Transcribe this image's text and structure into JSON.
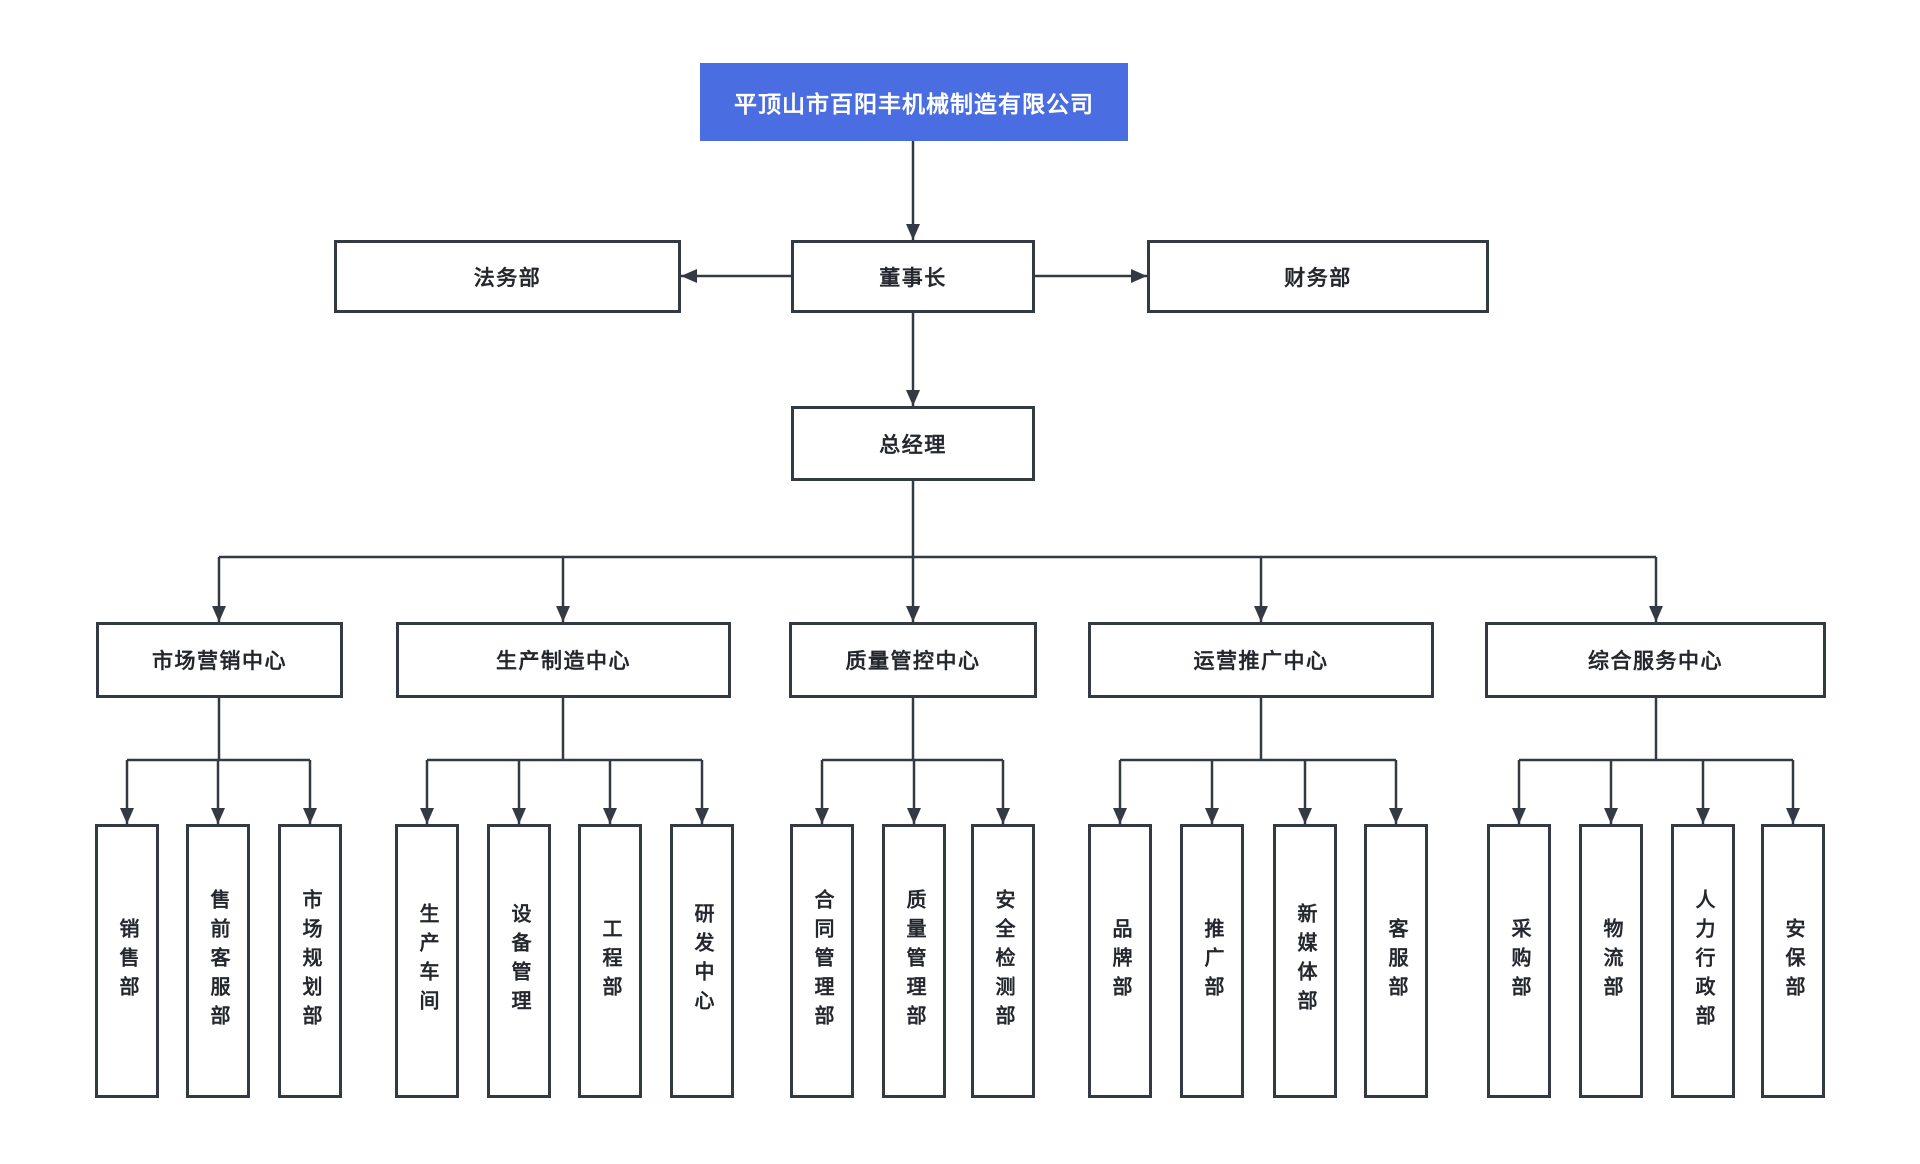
{
  "org_chart": {
    "root": {
      "label": "平顶山市百阳丰机械制造有限公司"
    },
    "executives": {
      "legal": {
        "label": "法务部"
      },
      "chairman": {
        "label": "董事长"
      },
      "finance": {
        "label": "财务部"
      },
      "general_manager": {
        "label": "总经理"
      }
    },
    "centers": [
      {
        "label": "市场营销中心",
        "departments": [
          "销售部",
          "售前客服部",
          "市场规划部"
        ]
      },
      {
        "label": "生产制造中心",
        "departments": [
          "生产车间",
          "设备管理",
          "工程部",
          "研发中心"
        ]
      },
      {
        "label": "质量管控中心",
        "departments": [
          "合同管理部",
          "质量管理部",
          "安全检测部"
        ]
      },
      {
        "label": "运营推广中心",
        "departments": [
          "品牌部",
          "推广部",
          "新媒体部",
          "客服部"
        ]
      },
      {
        "label": "综合服务中心",
        "departments": [
          "采购部",
          "物流部",
          "人力行政部",
          "安保部"
        ]
      }
    ],
    "colors": {
      "accent_blue": "#4a6de1",
      "line": "#333a44",
      "box_background": "#ffffff",
      "text": "#24272e",
      "root_text": "#ffffff"
    }
  }
}
